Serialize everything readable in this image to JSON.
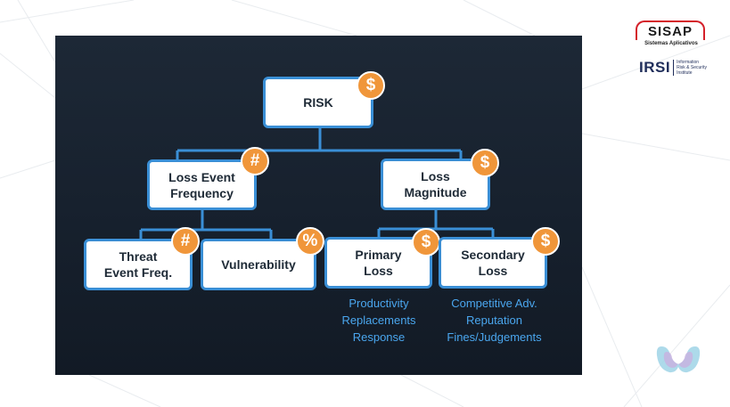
{
  "colors": {
    "slide_bg": "#18222f",
    "node_border": "#3a8fd6",
    "connector": "#3a8fd6",
    "badge": "#f0963a",
    "sub_text": "#4aa6ee",
    "logo_red": "#d4202a",
    "logo_navy": "#1f2d5a"
  },
  "logos": {
    "sisap_name": "SISAP",
    "sisap_tagline": "Sistemas Aplicativos",
    "irsi_name": "IRSI",
    "irsi_tagline": "Information\nRisk & Security\nInstitute",
    "corner_icon": "intertwined-rings-logo"
  },
  "diagram": {
    "nodes": {
      "risk": {
        "label": "RISK",
        "badge": "$"
      },
      "lef": {
        "label": "Loss Event\nFrequency",
        "badge": "#"
      },
      "lm": {
        "label": "Loss\nMagnitude",
        "badge": "$"
      },
      "tef": {
        "label": "Threat\nEvent Freq.",
        "badge": "#"
      },
      "vuln": {
        "label": "Vulnerability",
        "badge": "%"
      },
      "primary": {
        "label": "Primary\nLoss",
        "badge": "$"
      },
      "secondary": {
        "label": "Secondary\nLoss",
        "badge": "$"
      }
    },
    "primary_loss_items": "Productivity\nReplacements\nResponse",
    "secondary_loss_items": "Competitive Adv.\nReputation\nFines/Judgements"
  }
}
